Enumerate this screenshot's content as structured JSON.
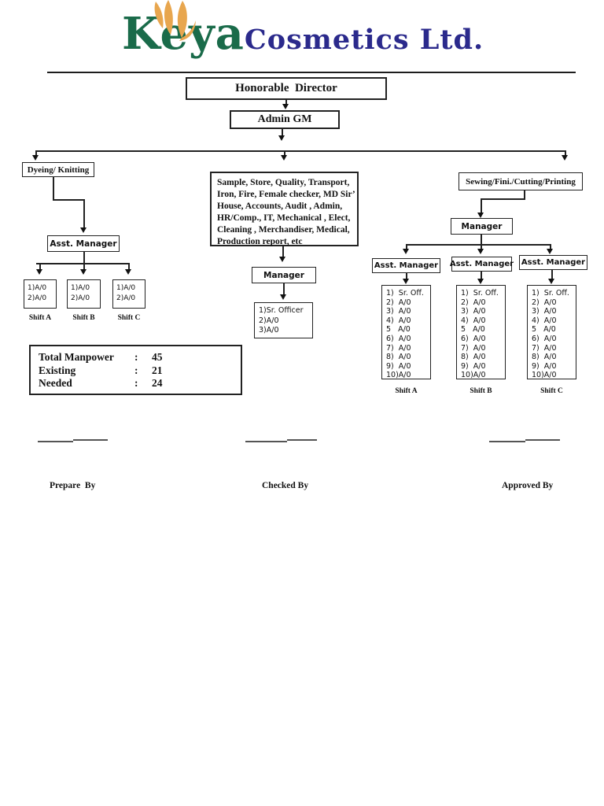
{
  "logo": {
    "brand_primary": "Keya",
    "brand_secondary": "Cosmetics Ltd.",
    "colors": {
      "primary": "#1a6b4a",
      "secondary": "#2b2a8c",
      "flame": "#e8a64e"
    }
  },
  "hierarchy": {
    "director": "Honorable  Director",
    "admin_gm": "Admin GM"
  },
  "left_branch": {
    "department": "Dyeing/ Knitting",
    "asst_manager": "Asst. Manager",
    "shift_boxes": [
      {
        "label": "Shift A",
        "items": [
          "1)A/0",
          "2)A/0"
        ]
      },
      {
        "label": "Shift B",
        "items": [
          "1)A/0",
          "2)A/0"
        ]
      },
      {
        "label": "Shift C",
        "items": [
          "1)A/0",
          "2)A/0"
        ]
      }
    ]
  },
  "middle_branch": {
    "departments": "Sample, Store, Quality, Transport,\nIron, Fire, Female checker, MD Sir’\nHouse, Accounts, Audit , Admin,\nHR/Comp., IT, Mechanical , Elect,\nCleaning ,  Merchandiser, Medical,\nProduction report, etc",
    "manager": "Manager",
    "staff": [
      "1)Sr. Officer",
      "2)A/0",
      "3)A/0"
    ]
  },
  "right_branch": {
    "department": "Sewing/Fini./Cutting/Printing",
    "manager": "Manager",
    "teams": [
      {
        "asst_manager": "Asst. Manager",
        "shift": "Shift A",
        "staff": [
          "1)  Sr. Off.",
          "2)  A/0",
          "3)  A/0",
          "4)  A/0",
          "5   A/0",
          "6)  A/0",
          "7)  A/0",
          "8)  A/0",
          "9)  A/0",
          "10)A/0"
        ]
      },
      {
        "asst_manager": "Asst. Manager",
        "shift": "Shift B",
        "staff": [
          "1)  Sr. Off.",
          "2)  A/0",
          "3)  A/0",
          "4)  A/0",
          "5   A/0",
          "6)  A/0",
          "7)  A/0",
          "8)  A/0",
          "9)  A/0",
          "10)A/0"
        ]
      },
      {
        "asst_manager": "Asst. Manager",
        "shift": "Shift C",
        "staff": [
          "1)  Sr. Off.",
          "2)  A/0",
          "3)  A/0",
          "4)  A/0",
          "5   A/0",
          "6)  A/0",
          "7)  A/0",
          "8)  A/0",
          "9)  A/0",
          "10)A/0"
        ]
      }
    ]
  },
  "summary": {
    "rows": [
      {
        "label": "Total Manpower",
        "sep": ":",
        "value": "45"
      },
      {
        "label": "Existing",
        "sep": ":",
        "value": "21"
      },
      {
        "label": "Needed",
        "sep": ":",
        "value": "24"
      }
    ]
  },
  "signatures": {
    "prepare": "Prepare  By",
    "checked": "Checked By",
    "approved": "Approved By"
  }
}
